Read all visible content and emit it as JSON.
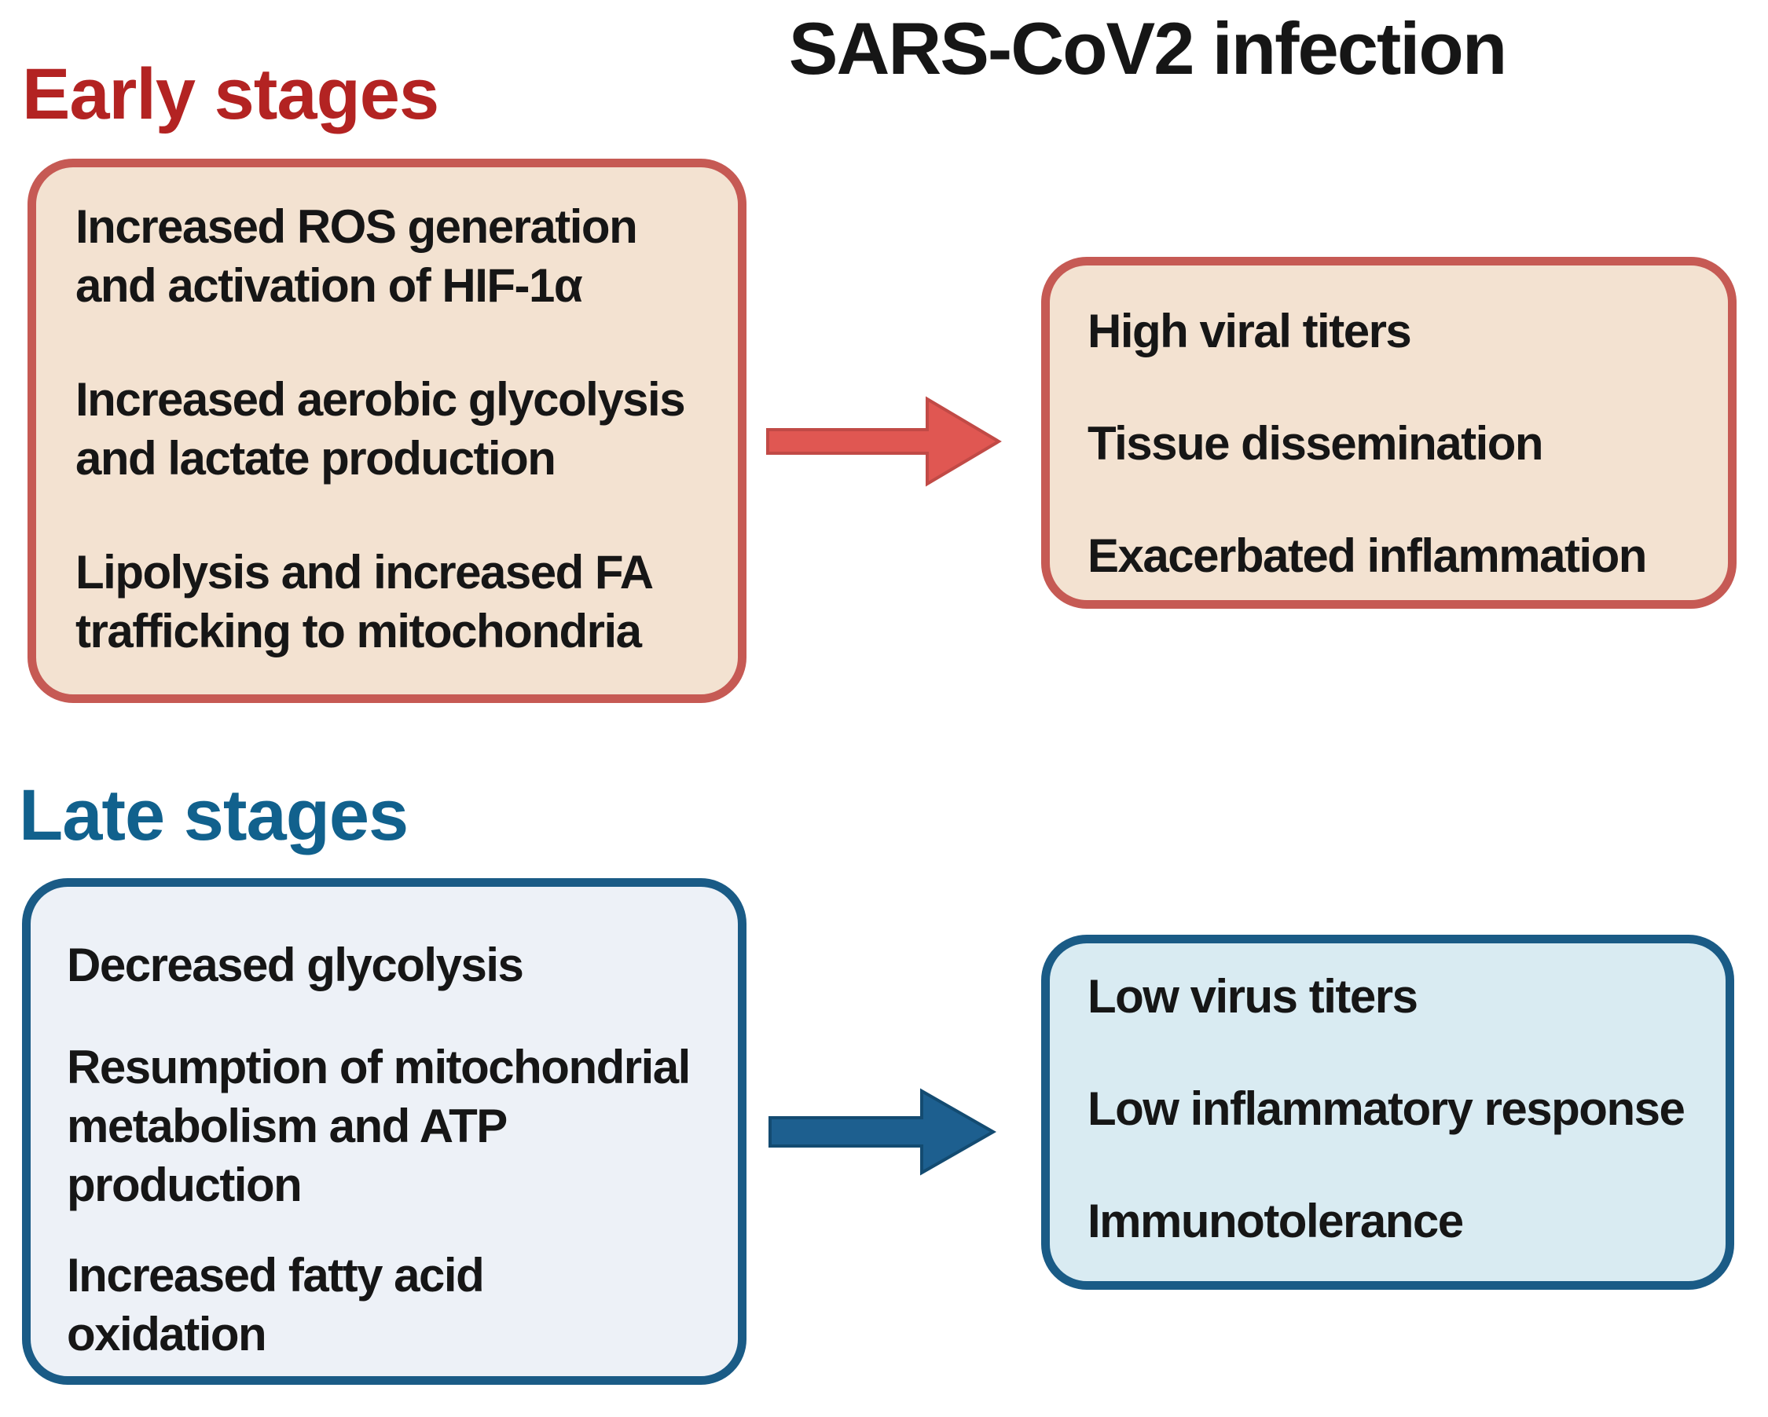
{
  "title": "SARS-CoV2 infection",
  "early": {
    "heading": "Early stages",
    "box": {
      "paragraphs": [
        {
          "lines": [
            "Increased ROS generation",
            "and activation of HIF-1α"
          ]
        },
        {
          "lines": [
            "Increased aerobic glycolysis",
            "and lactate production"
          ]
        },
        {
          "lines": [
            "Lipolysis and increased FA",
            "trafficking to mitochondria"
          ]
        }
      ]
    },
    "outcomes": [
      "High viral titers",
      "Tissue dissemination",
      "Exacerbated inflammation"
    ]
  },
  "late": {
    "heading": "Late stages",
    "box": {
      "paragraphs": [
        {
          "lines": [
            "Decreased glycolysis"
          ]
        },
        {
          "lines": [
            "Resumption of mitochondrial",
            "metabolism and ATP",
            "production"
          ]
        },
        {
          "lines": [
            "Increased fatty acid",
            "oxidation"
          ]
        }
      ]
    },
    "outcomes": [
      "Low virus titers",
      "Low inflammatory response",
      "Immunotolerance"
    ]
  },
  "icons": {
    "early_arrow": "right-arrow",
    "late_arrow": "right-arrow"
  },
  "colors": {
    "text": "#161616",
    "early_heading": "#b32322",
    "early_border": "#c65a54",
    "early_fill": "#f3e2d1",
    "early_arrow": "#e05752",
    "late_heading": "#11618d",
    "late_border": "#1a5b86",
    "late_fill": "#edf1f7",
    "late_outcome_fill": "#d9ebf2",
    "late_arrow": "#1d5f8f"
  }
}
